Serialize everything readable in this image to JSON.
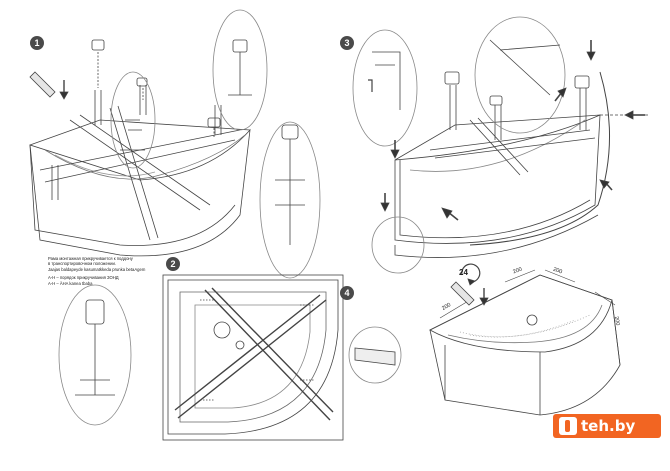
{
  "steps": [
    {
      "number": "1"
    },
    {
      "number": "2"
    },
    {
      "number": "3"
    },
    {
      "number": "4"
    }
  ],
  "instruction_note": {
    "line1": "Рама монтажная прикручивается к поддону",
    "line2": "в транспортировочном положении.",
    "line3": "Jaajas baldapeyde kasumatkkeda prunka betaAgem",
    "line4": "А-Н – порядок прикручивания ЗОНД",
    "line5": "A-H – ÄHA kanea tbaba"
  },
  "dimensions": {
    "a": "200",
    "b": "200",
    "c": "200",
    "d": "200"
  },
  "rotation_label": "24",
  "logo": {
    "text": "teh.by"
  },
  "icons": [
    "screwdriver-icon",
    "arrow-icon",
    "bolt-icon",
    "wrench-icon"
  ]
}
